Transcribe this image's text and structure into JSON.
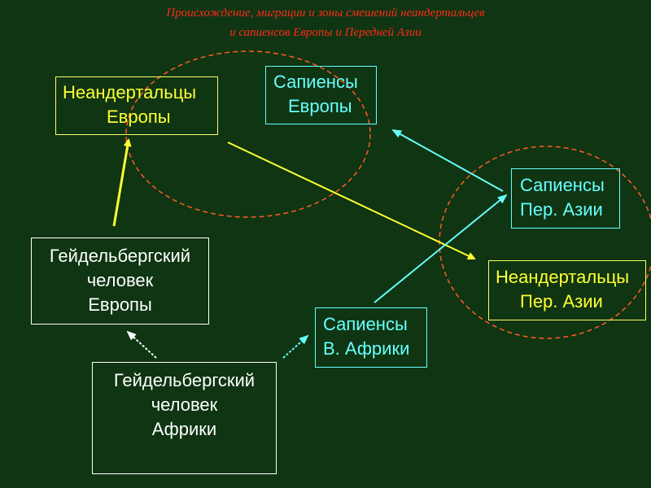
{
  "title": {
    "line1": "Происхождение, миграции и зоны смешений неандертальцев",
    "line2": "и сапиенсов Европы и Передней Азии"
  },
  "boxes": {
    "neanderthals_europe": {
      "line1": "Неандертальцы",
      "line2": "Европы"
    },
    "sapiens_europe": {
      "line1": "Сапиенсы",
      "line2": "Европы"
    },
    "sapiens_asia": {
      "line1": "Сапиенсы",
      "line2": "Пер. Азии"
    },
    "neanderthals_asia": {
      "line1": "Неандертальцы",
      "line2": "Пер. Азии"
    },
    "sapiens_africa": {
      "line1": "Сапиенсы",
      "line2": "В. Африки"
    },
    "heidelberg_europe": {
      "line1": "Гейдельбергский",
      "line2": "человек",
      "line3": "Европы"
    },
    "heidelberg_africa": {
      "line1": "Гейдельбергский",
      "line2": "человек",
      "line3": "Африки"
    }
  },
  "colors": {
    "background": "#0f3512",
    "title": "#ff2a1a",
    "neanderthal": "#ffff33",
    "sapiens": "#66ffff",
    "heidelberg": "#ffffff",
    "mixing_zone": "#ff5a2a"
  }
}
